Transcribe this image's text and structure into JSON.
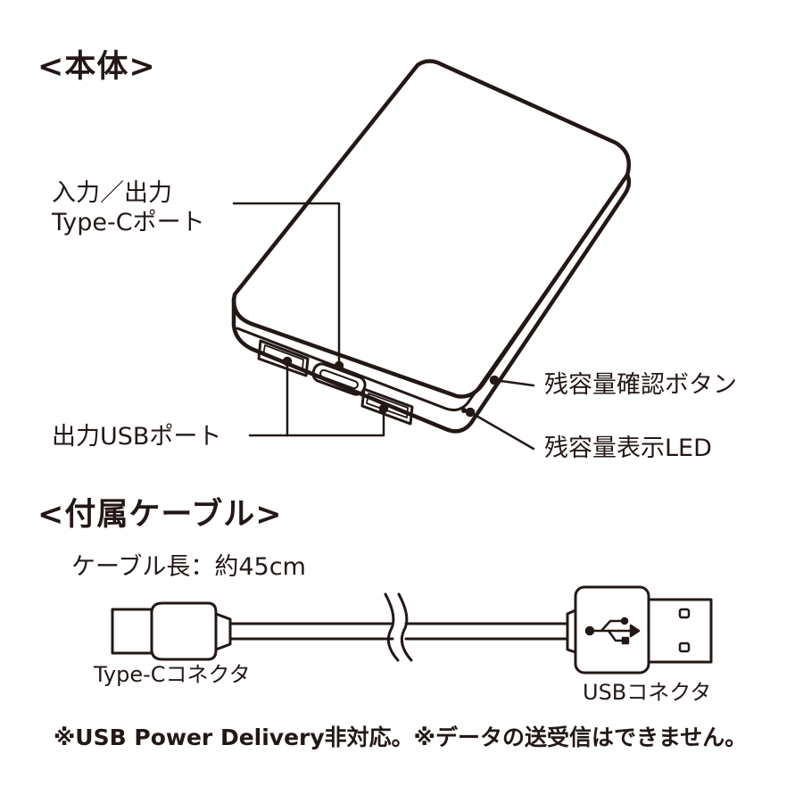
{
  "sections": {
    "body_title": "<本体>",
    "cable_title": "<付属ケーブル>"
  },
  "body_labels": {
    "port_in_out_line1": "入力／出力",
    "port_in_out_line2": "Type-Cポート",
    "output_usb": "出力USBポート",
    "remaining_button": "残容量確認ボタン",
    "remaining_led": "残容量表示LED"
  },
  "cable": {
    "length": "ケーブル長：約45cm",
    "type_c_connector": "Type-Cコネクタ",
    "usb_connector": "USBコネクタ"
  },
  "note": "※USB Power Delivery非対応。※データの送受信はできません。",
  "icons": [
    "usb-trident-icon"
  ],
  "colors": {
    "line": "#231815",
    "background": "#ffffff"
  }
}
